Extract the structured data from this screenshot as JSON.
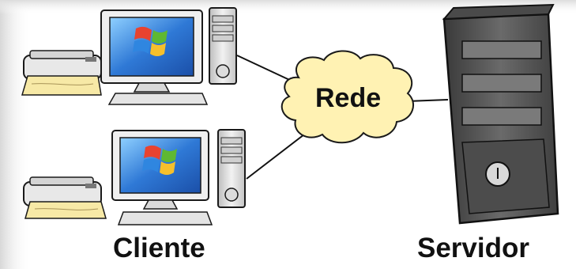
{
  "labels": {
    "network": "Rede",
    "client": "Cliente",
    "server": "Servidor"
  },
  "icons": {
    "client_workstations": [
      "desktop-computer-icon",
      "desktop-computer-icon"
    ],
    "client_printers": [
      "printer-icon",
      "printer-icon"
    ],
    "network": "cloud-icon",
    "server": "server-tower-icon"
  },
  "colors": {
    "cloud_fill": "#fff2b3",
    "screen_blue": "#2f79d6",
    "monitor_body": "#efefef",
    "server_body": "#5a5a5a",
    "paper": "#f7e9a6",
    "outline": "#1a1a1a"
  }
}
